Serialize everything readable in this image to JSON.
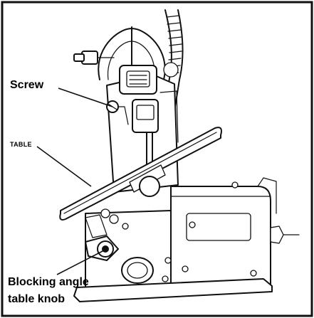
{
  "labels": {
    "screw": "Screw",
    "table": "TABLE",
    "knob_line1": "Blocking angle",
    "knob_line2": "table knob"
  }
}
